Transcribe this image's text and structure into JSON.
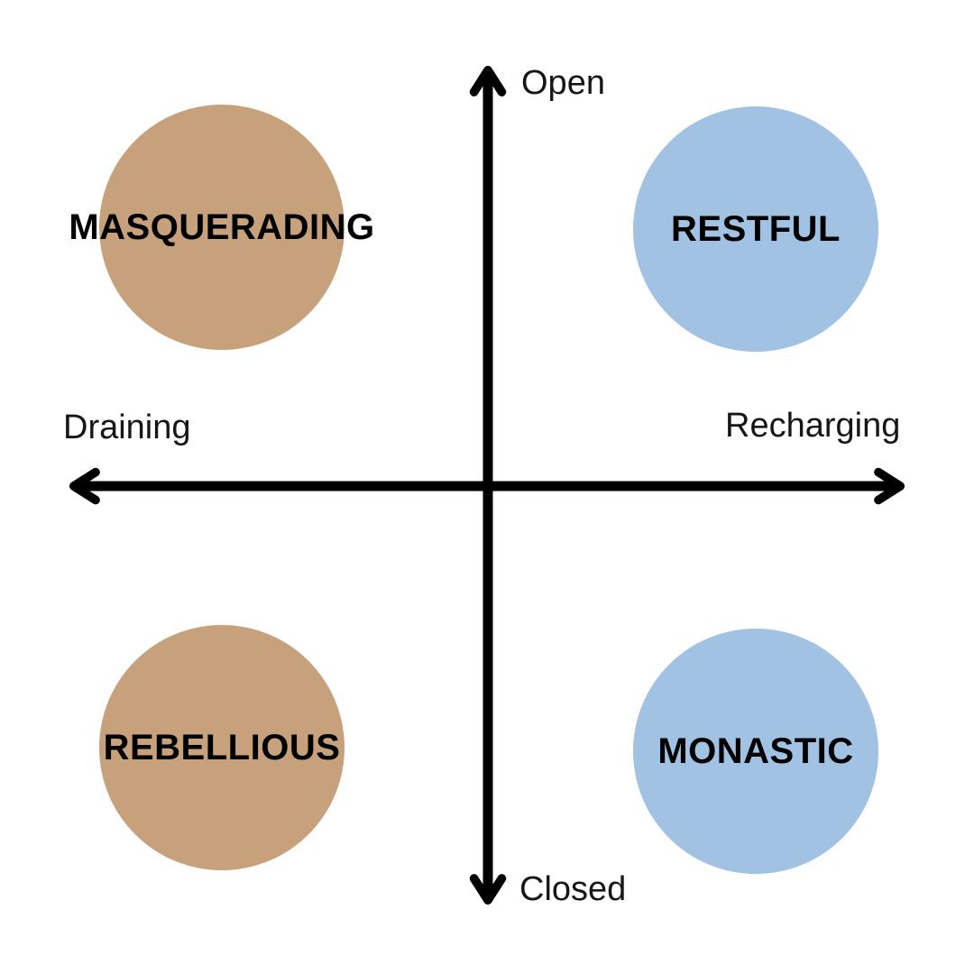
{
  "diagram": {
    "type": "quadrant-matrix",
    "background_color": "#ffffff",
    "axes": {
      "color": "#000000",
      "vertical_top_label": "Open",
      "vertical_bottom_label": "Closed",
      "horizontal_left_label": "Draining",
      "horizontal_right_label": "Recharging"
    },
    "quadrants": {
      "top_left": {
        "label": "MASQUERADING",
        "color": "#c7a17b"
      },
      "top_right": {
        "label": "RESTFUL",
        "color": "#a1c2e2"
      },
      "bottom_left": {
        "label": "REBELLIOUS",
        "color": "#c7a17b"
      },
      "bottom_right": {
        "label": "MONASTIC",
        "color": "#a1c2e2"
      }
    },
    "label_color": "#000000"
  }
}
